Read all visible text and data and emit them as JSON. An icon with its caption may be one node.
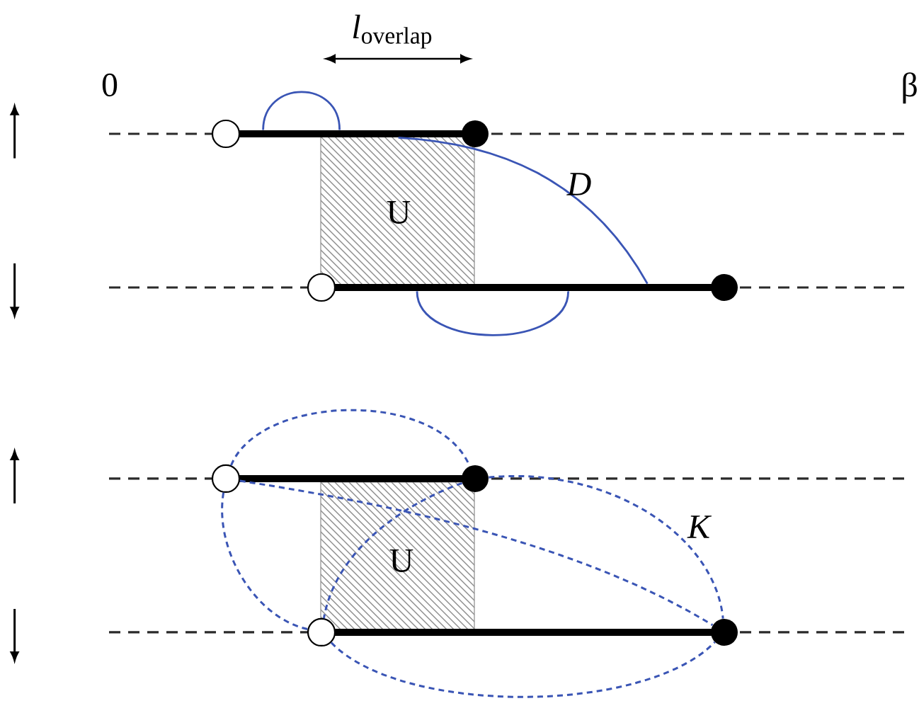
{
  "diagram": {
    "nodes": [
      {
        "text": [],
        "shape": "circle"
      },
      {
        "text": [],
        "shape": "bar"
      },
      {
        "text": [],
        "shape": "circle"
      },
      {
        "text": [],
        "shape": "circle"
      },
      {
        "text": [],
        "shape": "bar"
      },
      {
        "text": [],
        "shape": "circle"
      },
      {
        "text": [],
        "shape": "circle"
      },
      {
        "text": [],
        "shape": "bar"
      },
      {
        "text": [],
        "shape": "circle"
      },
      {
        "text": [],
        "shape": "circle"
      },
      {
        "text": [],
        "shape": "bar"
      },
      {
        "text": [],
        "shape": "circle"
      }
    ],
    "edges": [
      {
        "from": 1,
        "to": 1,
        "arrow": "none"
      },
      {
        "from": 1,
        "to": 4,
        "arrow": "none"
      },
      {
        "from": 4,
        "to": 4,
        "arrow": "none"
      },
      {
        "from": 6,
        "to": 8,
        "arrow": "none",
        "style": "dashed"
      },
      {
        "from": 6,
        "to": 9,
        "arrow": "none",
        "style": "dashed"
      },
      {
        "from": 6,
        "to": 11,
        "arrow": "none",
        "style": "dashed"
      },
      {
        "from": 8,
        "to": 9,
        "arrow": "none",
        "style": "dashed"
      },
      {
        "from": 8,
        "to": 11,
        "arrow": "none",
        "style": "dashed"
      },
      {
        "from": 9,
        "to": 11,
        "arrow": "none",
        "style": "dashed"
      }
    ],
    "labels": [
      "*l*$_{overlap}$",
      "0",
      "β",
      "D",
      "U",
      "K",
      "U"
    ]
  }
}
